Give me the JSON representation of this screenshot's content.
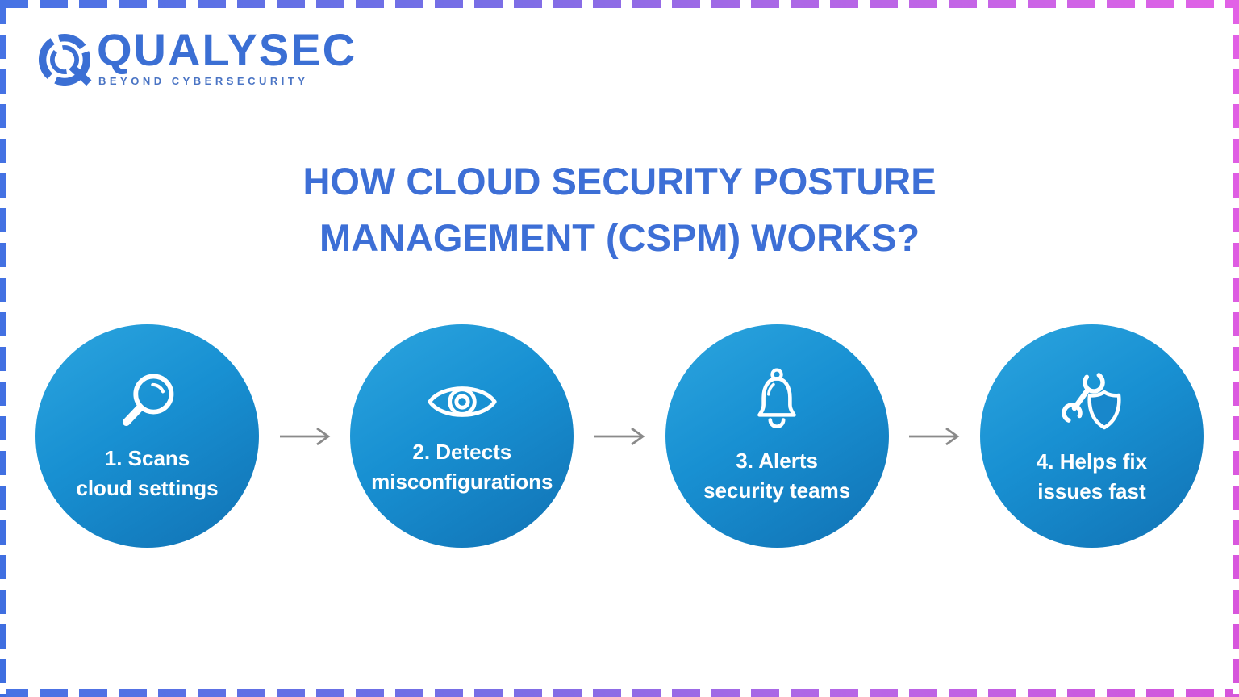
{
  "logo": {
    "brand": "QUALYSEC",
    "wordmark_rest": "UALYSEC",
    "tagline": "BEYOND CYBERSECURITY",
    "brand_color": "#3B6FD4",
    "tagline_color": "#4A74C4"
  },
  "title": {
    "line1": "HOW CLOUD SECURITY POSTURE",
    "line2": "MANAGEMENT (CSPM) WORKS?",
    "color": "#3D6FD6"
  },
  "steps": [
    {
      "icon": "search-icon",
      "line1": "1. Scans",
      "line2": "cloud settings"
    },
    {
      "icon": "eye-icon",
      "line1": "2. Detects",
      "line2": "misconfigurations"
    },
    {
      "icon": "bell-icon",
      "line1": "3. Alerts",
      "line2": "security teams"
    },
    {
      "icon": "wrench-shield-icon",
      "line1": "4. Helps fix",
      "line2": "issues fast"
    }
  ],
  "colors": {
    "circle_gradient_top": "#2CA5DF",
    "circle_gradient_bottom": "#1172B4",
    "circle_text": "#FFFFFF",
    "arrow": "#8A8A8A",
    "border_blue": "#4673E4",
    "border_pink": "#E261E6"
  }
}
